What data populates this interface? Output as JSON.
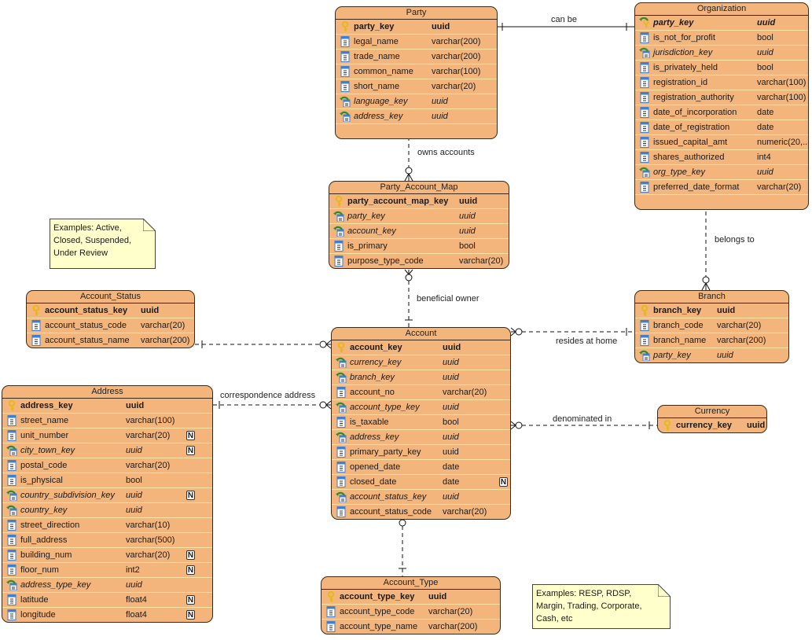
{
  "diagram": {
    "type": "ER diagram",
    "entities": {
      "party": {
        "name": "Party",
        "columns": [
          {
            "name": "party_key",
            "type": "uuid",
            "kind": "pk",
            "nullable": false
          },
          {
            "name": "legal_name",
            "type": "varchar(200)",
            "kind": "col",
            "nullable": false
          },
          {
            "name": "trade_name",
            "type": "varchar(200)",
            "kind": "col",
            "nullable": false
          },
          {
            "name": "common_name",
            "type": "varchar(100)",
            "kind": "col",
            "nullable": false
          },
          {
            "name": "short_name",
            "type": "varchar(20)",
            "kind": "col",
            "nullable": false
          },
          {
            "name": "language_key",
            "type": "uuid",
            "kind": "fk",
            "nullable": false
          },
          {
            "name": "address_key",
            "type": "uuid",
            "kind": "fk",
            "nullable": false
          }
        ]
      },
      "organization": {
        "name": "Organization",
        "columns": [
          {
            "name": "party_key",
            "type": "uuid",
            "kind": "pkfk",
            "nullable": false
          },
          {
            "name": "is_not_for_profit",
            "type": "bool",
            "kind": "col",
            "nullable": false
          },
          {
            "name": "jurisdiction_key",
            "type": "uuid",
            "kind": "fk",
            "nullable": false
          },
          {
            "name": "is_privately_held",
            "type": "bool",
            "kind": "col",
            "nullable": false
          },
          {
            "name": "registration_id",
            "type": "varchar(100)",
            "kind": "col",
            "nullable": false
          },
          {
            "name": "registration_authority",
            "type": "varchar(100)",
            "kind": "col",
            "nullable": false
          },
          {
            "name": "date_of_incorporation",
            "type": "date",
            "kind": "col",
            "nullable": false
          },
          {
            "name": "date_of_registration",
            "type": "date",
            "kind": "col",
            "nullable": false
          },
          {
            "name": "issued_capital_amt",
            "type": "numeric(20,...",
            "kind": "col",
            "nullable": false
          },
          {
            "name": "shares_authorized",
            "type": "int4",
            "kind": "col",
            "nullable": false
          },
          {
            "name": "org_type_key",
            "type": "uuid",
            "kind": "fk",
            "nullable": false
          },
          {
            "name": "preferred_date_format",
            "type": "varchar(20)",
            "kind": "col",
            "nullable": false
          }
        ]
      },
      "party_account_map": {
        "name": "Party_Account_Map",
        "columns": [
          {
            "name": "party_account_map_key",
            "type": "uuid",
            "kind": "pk",
            "nullable": false
          },
          {
            "name": "party_key",
            "type": "uuid",
            "kind": "fk",
            "nullable": false
          },
          {
            "name": "account_key",
            "type": "uuid",
            "kind": "fk",
            "nullable": false
          },
          {
            "name": "is_primary",
            "type": "bool",
            "kind": "col",
            "nullable": false
          },
          {
            "name": "purpose_type_code",
            "type": "varchar(20)",
            "kind": "col",
            "nullable": false
          }
        ]
      },
      "account_status": {
        "name": "Account_Status",
        "columns": [
          {
            "name": "account_status_key",
            "type": "uuid",
            "kind": "pk",
            "nullable": false
          },
          {
            "name": "account_status_code",
            "type": "varchar(20)",
            "kind": "col",
            "nullable": false
          },
          {
            "name": "account_status_name",
            "type": "varchar(200)",
            "kind": "col",
            "nullable": false
          }
        ]
      },
      "account": {
        "name": "Account",
        "columns": [
          {
            "name": "account_key",
            "type": "uuid",
            "kind": "pk",
            "nullable": false
          },
          {
            "name": "currency_key",
            "type": "uuid",
            "kind": "fk",
            "nullable": false
          },
          {
            "name": "branch_key",
            "type": "uuid",
            "kind": "fk",
            "nullable": false
          },
          {
            "name": "account_no",
            "type": "varchar(20)",
            "kind": "col",
            "nullable": false
          },
          {
            "name": "account_type_key",
            "type": "uuid",
            "kind": "fk",
            "nullable": false
          },
          {
            "name": "is_taxable",
            "type": "bool",
            "kind": "col",
            "nullable": false
          },
          {
            "name": "address_key",
            "type": "uuid",
            "kind": "fk",
            "nullable": false
          },
          {
            "name": "primary_party_key",
            "type": "uuid",
            "kind": "col",
            "nullable": false
          },
          {
            "name": "opened_date",
            "type": "date",
            "kind": "col",
            "nullable": false
          },
          {
            "name": "closed_date",
            "type": "date",
            "kind": "col",
            "nullable": true
          },
          {
            "name": "account_status_key",
            "type": "uuid",
            "kind": "fk",
            "nullable": false
          },
          {
            "name": "account_status_code",
            "type": "varchar(20)",
            "kind": "col",
            "nullable": false
          }
        ]
      },
      "branch": {
        "name": "Branch",
        "columns": [
          {
            "name": "branch_key",
            "type": "uuid",
            "kind": "pk",
            "nullable": false
          },
          {
            "name": "branch_code",
            "type": "varchar(20)",
            "kind": "col",
            "nullable": false
          },
          {
            "name": "branch_name",
            "type": "varchar(200)",
            "kind": "col",
            "nullable": false
          },
          {
            "name": "party_key",
            "type": "uuid",
            "kind": "fk",
            "nullable": false
          }
        ]
      },
      "currency": {
        "name": "Currency",
        "columns": [
          {
            "name": "currency_key",
            "type": "uuid",
            "kind": "pk",
            "nullable": false
          }
        ]
      },
      "address": {
        "name": "Address",
        "columns": [
          {
            "name": "address_key",
            "type": "uuid",
            "kind": "pk",
            "nullable": false
          },
          {
            "name": "street_name",
            "type": "varchar(100)",
            "kind": "col",
            "nullable": false
          },
          {
            "name": "unit_number",
            "type": "varchar(20)",
            "kind": "col",
            "nullable": true
          },
          {
            "name": "city_town_key",
            "type": "uuid",
            "kind": "fk",
            "nullable": true
          },
          {
            "name": "postal_code",
            "type": "varchar(20)",
            "kind": "col",
            "nullable": false
          },
          {
            "name": "is_physical",
            "type": "bool",
            "kind": "col",
            "nullable": false
          },
          {
            "name": "country_subdivision_key",
            "type": "uuid",
            "kind": "fk",
            "nullable": true
          },
          {
            "name": "country_key",
            "type": "uuid",
            "kind": "fk",
            "nullable": false
          },
          {
            "name": "street_direction",
            "type": "varchar(10)",
            "kind": "col",
            "nullable": false
          },
          {
            "name": "full_address",
            "type": "varchar(500)",
            "kind": "col",
            "nullable": false
          },
          {
            "name": "building_num",
            "type": "varchar(20)",
            "kind": "col",
            "nullable": true
          },
          {
            "name": "floor_num",
            "type": "int2",
            "kind": "col",
            "nullable": true
          },
          {
            "name": "address_type_key",
            "type": "uuid",
            "kind": "fk",
            "nullable": false
          },
          {
            "name": "latitude",
            "type": "float4",
            "kind": "col",
            "nullable": true
          },
          {
            "name": "longitude",
            "type": "float4",
            "kind": "col",
            "nullable": true
          }
        ]
      },
      "account_type": {
        "name": "Account_Type",
        "columns": [
          {
            "name": "account_type_key",
            "type": "uuid",
            "kind": "pk",
            "nullable": false
          },
          {
            "name": "account_type_code",
            "type": "varchar(20)",
            "kind": "col",
            "nullable": false
          },
          {
            "name": "account_type_name",
            "type": "varchar(200)",
            "kind": "col",
            "nullable": false
          }
        ]
      }
    },
    "relationships": [
      {
        "id": "can_be",
        "label": "can be",
        "from": "Party",
        "to": "Organization",
        "from_end": "one",
        "to_end": "one",
        "style": "solid"
      },
      {
        "id": "owns_accounts",
        "label": "owns accounts",
        "from": "Party",
        "to": "Party_Account_Map",
        "from_end": "one",
        "to_end": "zero-or-many",
        "style": "dashed"
      },
      {
        "id": "beneficial_owner",
        "label": "beneficial owner",
        "from": "Account",
        "to": "Party_Account_Map",
        "from_end": "one",
        "to_end": "zero-or-many",
        "style": "dashed"
      },
      {
        "id": "belongs_to",
        "label": "belongs to",
        "from": "Organization",
        "to": "Branch",
        "from_end": "one",
        "to_end": "zero-or-many",
        "style": "dashed"
      },
      {
        "id": "resides_at_home",
        "label": "resides at home",
        "from": "Branch",
        "to": "Account",
        "from_end": "one",
        "to_end": "zero-or-many",
        "style": "dashed"
      },
      {
        "id": "status",
        "label": "",
        "from": "Account_Status",
        "to": "Account",
        "from_end": "one",
        "to_end": "zero-or-many",
        "style": "dashed"
      },
      {
        "id": "correspondence_address",
        "label": "correspondence address",
        "from": "Address",
        "to": "Account",
        "from_end": "one",
        "to_end": "zero-or-many",
        "style": "dashed"
      },
      {
        "id": "denominated_in",
        "label": "denominated in",
        "from": "Currency",
        "to": "Account",
        "from_end": "one",
        "to_end": "zero-or-many",
        "style": "dashed"
      },
      {
        "id": "type",
        "label": "",
        "from": "Account_Type",
        "to": "Account",
        "from_end": "one",
        "to_end": "zero-or-many",
        "style": "dashed"
      }
    ],
    "notes": {
      "status_examples": "Examples: Active, Closed, Suspended, Under Review",
      "type_examples": "Examples: RESP, RDSP, Margin, Trading, Corporate, Cash, etc"
    },
    "nullable_marker": "N",
    "colors": {
      "entity_fill": "#f3b57c",
      "row_divider": "#fbe3a3",
      "note_fill": "#ffffcc",
      "key_icon": "#e8b818",
      "column_icon": "#3f7fd0",
      "fk_arrow": "#2e8b2e"
    }
  }
}
